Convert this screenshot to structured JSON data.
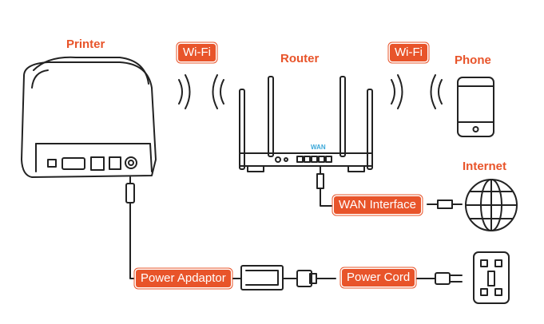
{
  "labels": {
    "printer": "Printer",
    "router": "Router",
    "phone": "Phone",
    "internet": "Internet",
    "wan_port": "WAN"
  },
  "badges": {
    "wifi_left": "Wi-Fi",
    "wifi_right": "Wi-Fi",
    "wan_interface": "WAN Interface",
    "power_adaptor": "Power Apdaptor",
    "power_cord": "Power Cord"
  },
  "colors": {
    "accent": "#e8542a",
    "wan_port": "#3aa7d8",
    "line_art": "#222222"
  },
  "icons": [
    "printer-icon",
    "router-icon",
    "phone-icon",
    "globe-icon",
    "wall-socket-icon",
    "power-adaptor-icon",
    "wifi-waves-icon"
  ]
}
